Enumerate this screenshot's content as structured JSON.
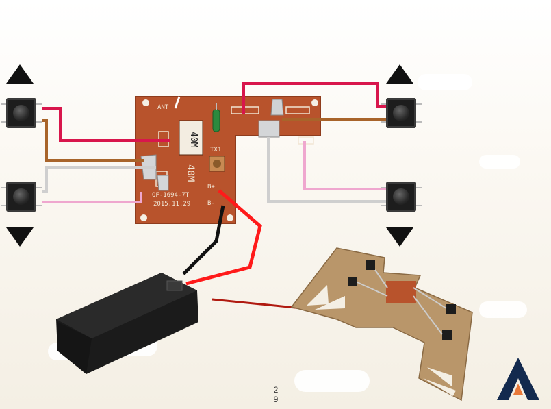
{
  "pcb": {
    "label_ant": "ANT",
    "label_40m_box": "40M",
    "label_40m_silk": "40M",
    "label_tx1": "TX1",
    "label_bplus": "B+",
    "label_bminus": "B-",
    "label_model": "QF-1694-7T",
    "label_date": "2015.11.29"
  },
  "footer": {
    "page_digit_1": "2",
    "page_digit_2": "9"
  },
  "colors": {
    "pcb": "#b8532c",
    "wire_red": "#d8164c",
    "wire_brown": "#a8642a",
    "wire_gray": "#cfcfcf",
    "wire_pink": "#efa7cf",
    "battery_wire_red": "#ff1a1a",
    "battery_wire_black": "#111111",
    "logo_navy": "#132a4e",
    "logo_accent": "#e8793a"
  },
  "icons": [
    "up-arrow-icon",
    "down-arrow-icon",
    "logo-a-icon"
  ]
}
